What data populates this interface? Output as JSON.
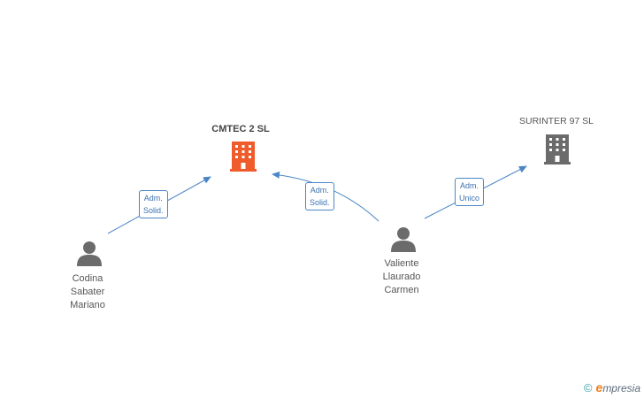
{
  "companies": [
    {
      "id": "cmtec",
      "name": "CMTEC 2 SL",
      "color": "#ef5b2a"
    },
    {
      "id": "surinter",
      "name": "SURINTER 97 SL",
      "color": "#6b6b6b"
    }
  ],
  "persons": [
    {
      "id": "codina",
      "lines": [
        "Codina",
        "Sabater",
        "Mariano"
      ]
    },
    {
      "id": "valiente",
      "lines": [
        "Valiente",
        "Llaurado",
        "Carmen"
      ]
    }
  ],
  "relations": [
    {
      "from": "codina",
      "to": "cmtec",
      "label": [
        "Adm.",
        "Solid."
      ]
    },
    {
      "from": "valiente",
      "to": "cmtec",
      "label": [
        "Adm.",
        "Solid."
      ]
    },
    {
      "from": "valiente",
      "to": "surinter",
      "label": [
        "Adm.",
        "Unico"
      ]
    }
  ],
  "colors": {
    "edge": "#4a86c5",
    "person_icon": "#6b6b6b"
  },
  "watermark": {
    "symbol": "©",
    "brand_initial": "e",
    "brand_rest": "mpresia"
  }
}
